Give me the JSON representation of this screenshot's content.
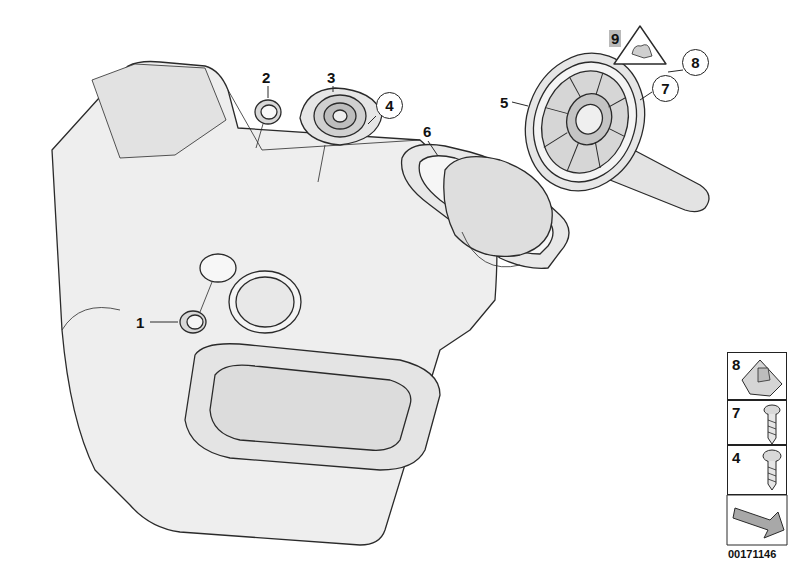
{
  "diagram": {
    "nodes": [
      {
        "text": [
          "4"
        ]
      },
      {
        "text": [
          "8"
        ]
      },
      {
        "text": [
          "7"
        ]
      },
      {
        "text": [
          "8"
        ]
      },
      {
        "text": [
          "7"
        ]
      },
      {
        "text": [
          "4"
        ]
      }
    ],
    "labels": [
      "1",
      "2",
      "3",
      "5",
      "6",
      "9",
      "00171146"
    ]
  }
}
